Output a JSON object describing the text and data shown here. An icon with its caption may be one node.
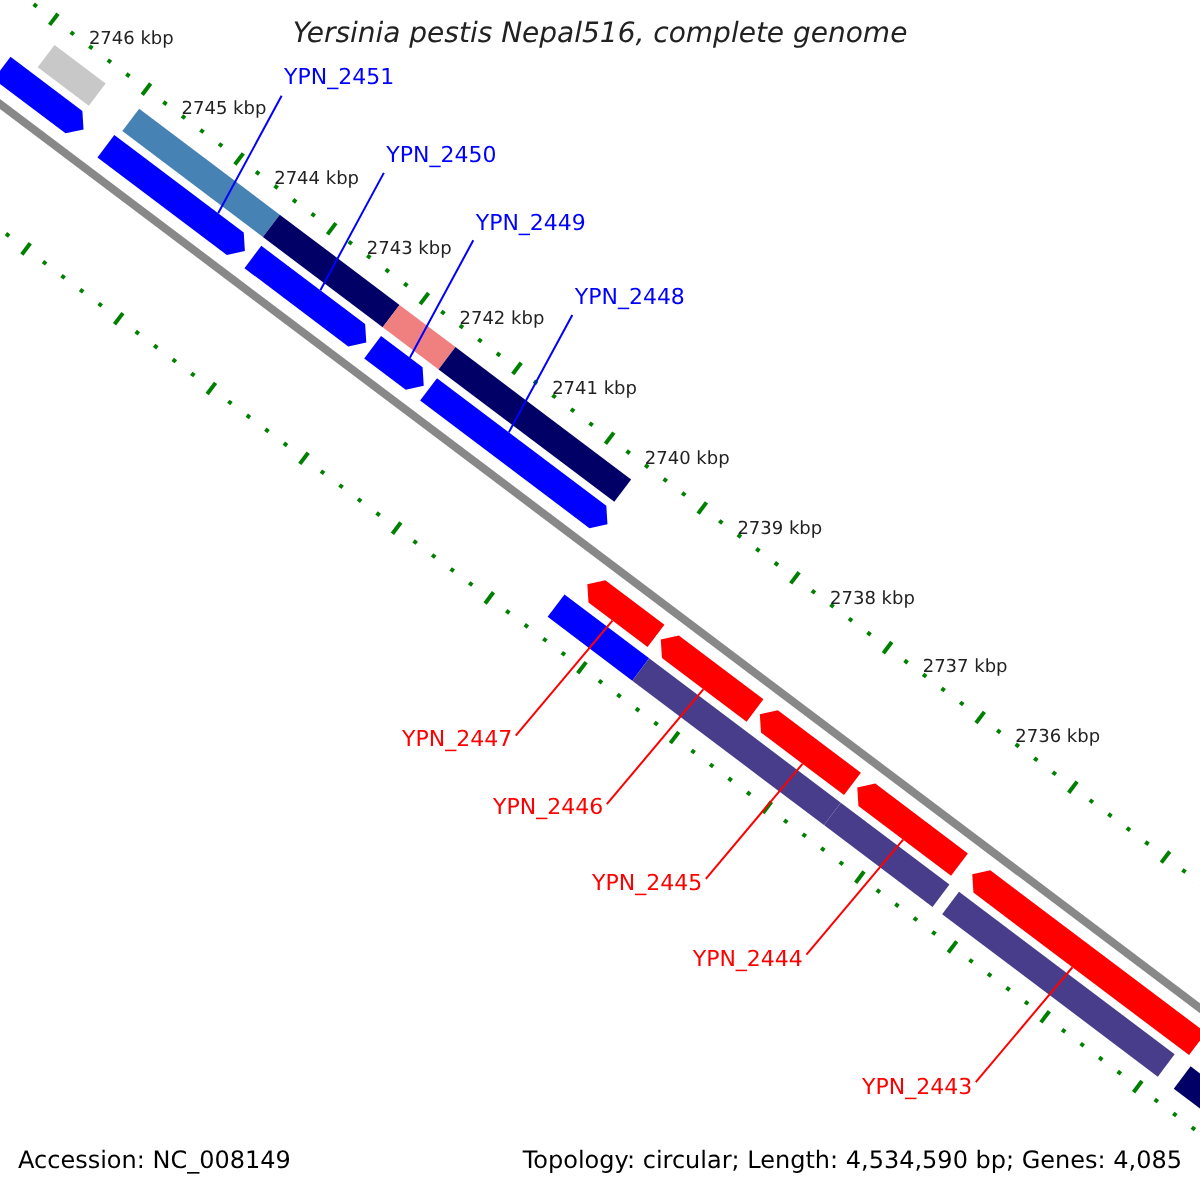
{
  "diagram": {
    "title": "Yersinia pestis Nepal516, complete genome",
    "nodes": [
      {
        "text": [
          "YPN_2451"
        ]
      },
      {
        "text": [
          "YPN_2450"
        ]
      },
      {
        "text": [
          "YPN_2449"
        ]
      },
      {
        "text": [
          "YPN_2448"
        ]
      },
      {
        "text": [
          "YPN_2447"
        ]
      },
      {
        "text": [
          "YPN_2446"
        ]
      },
      {
        "text": [
          "YPN_2445"
        ]
      },
      {
        "text": [
          "YPN_2444"
        ]
      },
      {
        "text": [
          "YPN_2443"
        ]
      },
      {
        "text": [],
        "shape": "arrow"
      },
      {
        "text": [],
        "shape": "arrow"
      },
      {
        "text": [],
        "shape": "arrow"
      },
      {
        "text": [],
        "shape": "arrow"
      },
      {
        "text": [],
        "shape": "arrow"
      },
      {
        "text": [],
        "shape": "arrow"
      },
      {
        "text": [],
        "shape": "arrow"
      },
      {
        "text": [],
        "shape": "arrow"
      },
      {
        "text": [],
        "shape": "arrow"
      }
    ],
    "edges": [
      {
        "from": 0,
        "to": 9,
        "arrow": "none",
        "color": "#0000ff"
      },
      {
        "from": 1,
        "to": 10,
        "arrow": "none",
        "color": "#0000ff"
      },
      {
        "from": 2,
        "to": 11,
        "arrow": "none",
        "color": "#0000ff"
      },
      {
        "from": 3,
        "to": 12,
        "arrow": "none",
        "color": "#0000ff"
      },
      {
        "from": 4,
        "to": 13,
        "arrow": "none"
      },
      {
        "from": 5,
        "to": 14,
        "arrow": "none"
      },
      {
        "from": 6,
        "to": 15,
        "arrow": "none"
      },
      {
        "from": 7,
        "to": 16,
        "arrow": "none"
      },
      {
        "from": 8,
        "to": 17,
        "arrow": "none"
      }
    ],
    "labels": [
      "2746 kbp",
      "2745 kbp",
      "2744 kbp",
      "2743 kbp",
      "2742 kbp",
      "2741 kbp",
      "2740 kbp",
      "2739 kbp",
      "2738 kbp",
      "2737 kbp",
      "2736 kbp",
      "Accession: NC_008149",
      "Topology: circular; Length: 4,534,590 bp; Genes: 4,085"
    ]
  }
}
